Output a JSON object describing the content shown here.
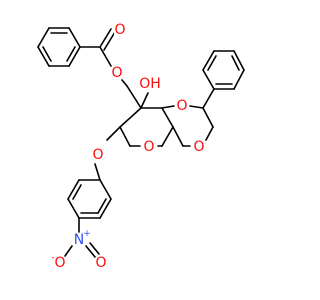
{
  "molecule": {
    "colors": {
      "bond": "#000000",
      "oxygen": "#ff0d0d",
      "nitrogen": "#3050f8",
      "background": "#ffffff"
    },
    "atoms": {
      "o_carbonyl": {
        "text": "O",
        "element": "oxygen"
      },
      "o_ester": {
        "text": "O",
        "element": "oxygen"
      },
      "o_hydroxyl": {
        "text": "OH",
        "element": "oxygen"
      },
      "o_dioxane_upper": {
        "text": "O",
        "element": "oxygen"
      },
      "o_dioxane_lower": {
        "text": "O",
        "element": "oxygen"
      },
      "o_pyran": {
        "text": "O",
        "element": "oxygen"
      },
      "o_aryl_ether": {
        "text": "O",
        "element": "oxygen"
      },
      "n_nitro": {
        "text": "N",
        "element": "nitrogen"
      },
      "n_nitro_charge": {
        "text": "+",
        "element": "nitrogen"
      },
      "o_nitro_right": {
        "text": "O",
        "element": "oxygen"
      },
      "o_nitro_left": {
        "text": "O",
        "element": "oxygen"
      },
      "o_nitro_left_charge": {
        "text": "-",
        "element": "oxygen"
      }
    }
  }
}
